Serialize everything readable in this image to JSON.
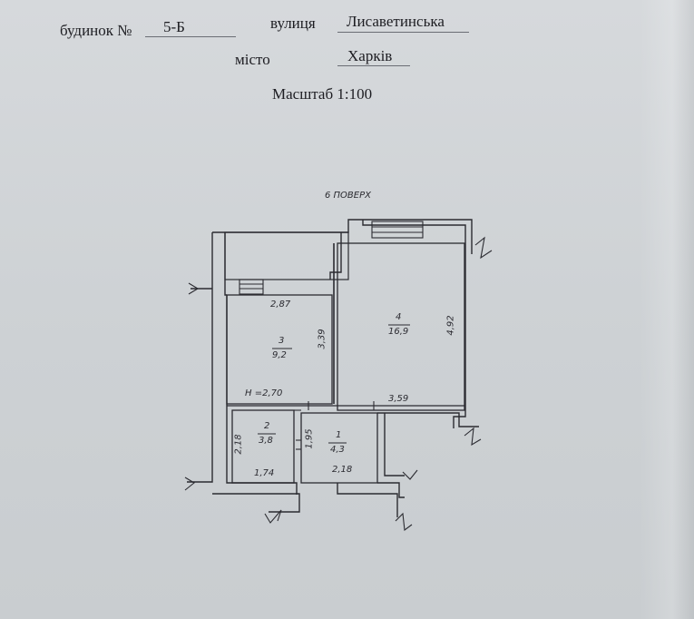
{
  "header": {
    "house_label": "будинок №",
    "house_number": "5-Б",
    "street_label": "вулиця",
    "street_name": "Лисаветинська",
    "city_label": "місто",
    "city_name": "Харків",
    "scale": "Масштаб 1:100"
  },
  "plan": {
    "floor_title": "6 ПОВЕРХ",
    "height_label": "H =2,70",
    "rooms": [
      {
        "number": "1",
        "area": "4,3"
      },
      {
        "number": "2",
        "area": "3,8"
      },
      {
        "number": "3",
        "area": "9,2"
      },
      {
        "number": "4",
        "area": "16,9"
      }
    ],
    "dimensions": {
      "room3_width": "2,87",
      "room3_length": "3,39",
      "room4_width": "3,59",
      "room4_length": "4,92",
      "room1_width": "2,18",
      "room1_length": "1,95",
      "room2_width": "1,74",
      "room2_length": "2,18"
    }
  }
}
